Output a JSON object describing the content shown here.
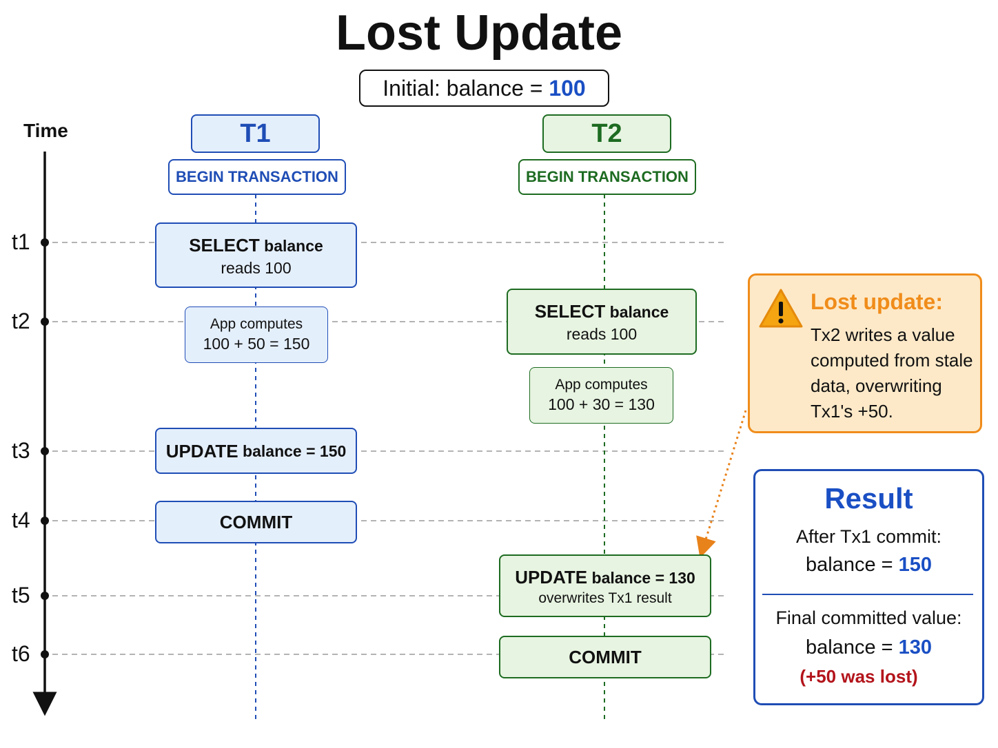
{
  "title": "Lost Update",
  "initial": {
    "label": "Initial: balance = ",
    "value": "100"
  },
  "time_axis": {
    "label": "Time",
    "ticks": [
      "t1",
      "t2",
      "t3",
      "t4",
      "t5",
      "t6"
    ]
  },
  "t1": {
    "header": "T1",
    "begin": "BEGIN TRANSACTION",
    "select": {
      "keyword": "SELECT",
      "rest": " balance",
      "line2": "reads 100"
    },
    "compute": {
      "line1": "App computes",
      "line2": "100 + 50 = 150"
    },
    "update": {
      "keyword": "UPDATE",
      "rest": " balance = 150"
    },
    "commit": "COMMIT"
  },
  "t2": {
    "header": "T2",
    "begin": "BEGIN TRANSACTION",
    "select": {
      "keyword": "SELECT",
      "rest": " balance",
      "line2": "reads 100"
    },
    "compute": {
      "line1": "App computes",
      "line2": "100 + 30 = 130"
    },
    "update": {
      "keyword": "UPDATE",
      "rest": " balance = 130",
      "line2": "overwrites Tx1 result"
    },
    "commit": "COMMIT"
  },
  "warning": {
    "title": "Lost update:",
    "lines": [
      "Tx2 writes a value",
      "computed from stale",
      "data, overwriting",
      "Tx1's +50."
    ]
  },
  "result": {
    "title": "Result",
    "after_label": "After Tx1 commit:",
    "after_balance_label": "balance = ",
    "after_balance_value": "150",
    "final_label": "Final committed value:",
    "final_balance_label": "balance = ",
    "final_balance_value": "130",
    "lost_note": "(+50 was lost)"
  },
  "colors": {
    "t1": "#1f4db5",
    "t1_fill": "#e4effc",
    "t2": "#1d6b21",
    "t2_fill": "#e7f4e1",
    "warning": "#f08c1a",
    "warning_fill": "#fde9c8",
    "value_blue": "#1a4fc4",
    "lost_red": "#b3141b"
  }
}
